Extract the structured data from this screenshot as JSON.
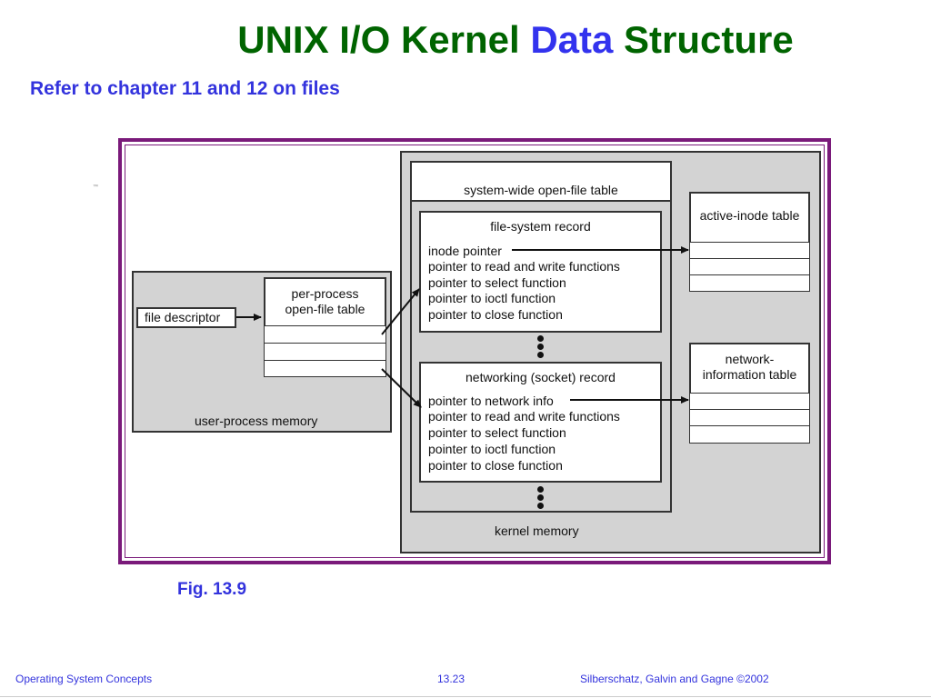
{
  "slide": {
    "title_part1": "UNIX I/O Kernel ",
    "title_accent": "Data",
    "title_part2": " Structure",
    "subtitle": "Refer to chapter 11 and 12 on files",
    "caption": "Fig. 13.9",
    "stray_mark": "™"
  },
  "diagram": {
    "user_memory_label": "user-process memory",
    "file_descriptor": "file descriptor",
    "per_process_table": [
      "per-process",
      "open-file table"
    ],
    "kernel_memory_label": "kernel memory",
    "system_wide_table": "system-wide open-file table",
    "fs_record": {
      "title": "file-system record",
      "lines": [
        "inode pointer",
        "pointer to read and write functions",
        "pointer to select function",
        "pointer to ioctl function",
        "pointer to close function"
      ]
    },
    "net_record": {
      "title": "networking (socket) record",
      "lines": [
        "pointer to network info",
        "pointer to read and write functions",
        "pointer to select function",
        "pointer to ioctl function",
        "pointer to close function"
      ]
    },
    "active_inode_table": "active-inode table",
    "network_info_table": [
      "network-",
      "information table"
    ]
  },
  "footer": {
    "left": "Operating System Concepts",
    "center": "13.23",
    "right": "Silberschatz, Galvin and  Gagne ©2002"
  }
}
